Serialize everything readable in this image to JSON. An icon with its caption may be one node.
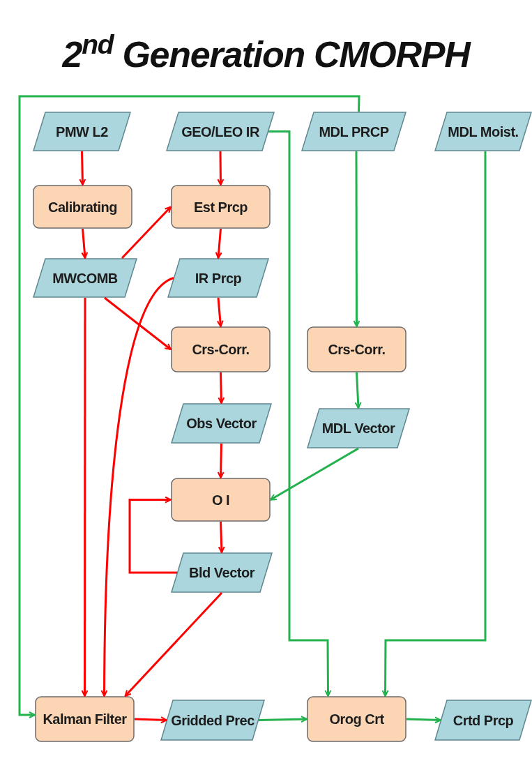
{
  "diagram": {
    "title": "2$^{nd}$ Generation CMORPH",
    "nodes": [
      {
        "text": [
          "PMW L2"
        ]
      },
      {
        "text": [
          "GEO/LEO IR"
        ]
      },
      {
        "text": [
          "MDL PRCP"
        ]
      },
      {
        "text": [
          "MDL Moist."
        ]
      },
      {
        "text": [
          "Calibrating"
        ]
      },
      {
        "text": [
          "Est Prcp"
        ]
      },
      {
        "text": [
          "MWCOMB"
        ]
      },
      {
        "text": [
          "IR Prcp"
        ]
      },
      {
        "text": [
          "Crs-Corr."
        ]
      },
      {
        "text": [
          "Crs-Corr."
        ]
      },
      {
        "text": [
          "Obs Vector"
        ]
      },
      {
        "text": [
          "MDL Vector"
        ]
      },
      {
        "text": [
          "O I"
        ]
      },
      {
        "text": [
          "Bld Vector"
        ]
      },
      {
        "text": [
          "Kalman Filter"
        ]
      },
      {
        "text": [
          "Gridded Prec"
        ]
      },
      {
        "text": [
          "Orog Crt"
        ]
      },
      {
        "text": [
          "Crtd Prcp"
        ]
      }
    ],
    "edges": [
      {
        "from": 0,
        "to": 4,
        "arrow": "to"
      },
      {
        "from": 4,
        "to": 6,
        "arrow": "to"
      },
      {
        "from": 6,
        "to": 5,
        "arrow": "to"
      },
      {
        "from": 1,
        "to": 5,
        "arrow": "to"
      },
      {
        "from": 5,
        "to": 7,
        "arrow": "to"
      },
      {
        "from": 7,
        "to": 8,
        "arrow": "to"
      },
      {
        "from": 6,
        "to": 8,
        "arrow": "to"
      },
      {
        "from": 8,
        "to": 10,
        "arrow": "to"
      },
      {
        "from": 10,
        "to": 12,
        "arrow": "to"
      },
      {
        "from": 12,
        "to": 13,
        "arrow": "to"
      },
      {
        "from": 13,
        "to": 12,
        "arrow": "to"
      },
      {
        "from": 6,
        "to": 14,
        "arrow": "to"
      },
      {
        "from": 7,
        "to": 14,
        "arrow": "to"
      },
      {
        "from": 13,
        "to": 14,
        "arrow": "to"
      },
      {
        "from": 14,
        "to": 15,
        "arrow": "to"
      },
      {
        "from": 2,
        "to": 14,
        "arrow": "to",
        "color": "#22b14c"
      },
      {
        "from": 1,
        "to": 16,
        "arrow": "to",
        "color": "#22b14c"
      },
      {
        "from": 2,
        "to": 9,
        "arrow": "to",
        "color": "#22b14c"
      },
      {
        "from": 9,
        "to": 11,
        "arrow": "to",
        "color": "#22b14c"
      },
      {
        "from": 11,
        "to": 12,
        "arrow": "to",
        "color": "#22b14c"
      },
      {
        "from": 3,
        "to": 16,
        "arrow": "to",
        "color": "#22b14c"
      },
      {
        "from": 15,
        "to": 16,
        "arrow": "to",
        "color": "#22b14c"
      },
      {
        "from": 16,
        "to": 17,
        "arrow": "to",
        "color": "#22b14c"
      }
    ]
  }
}
